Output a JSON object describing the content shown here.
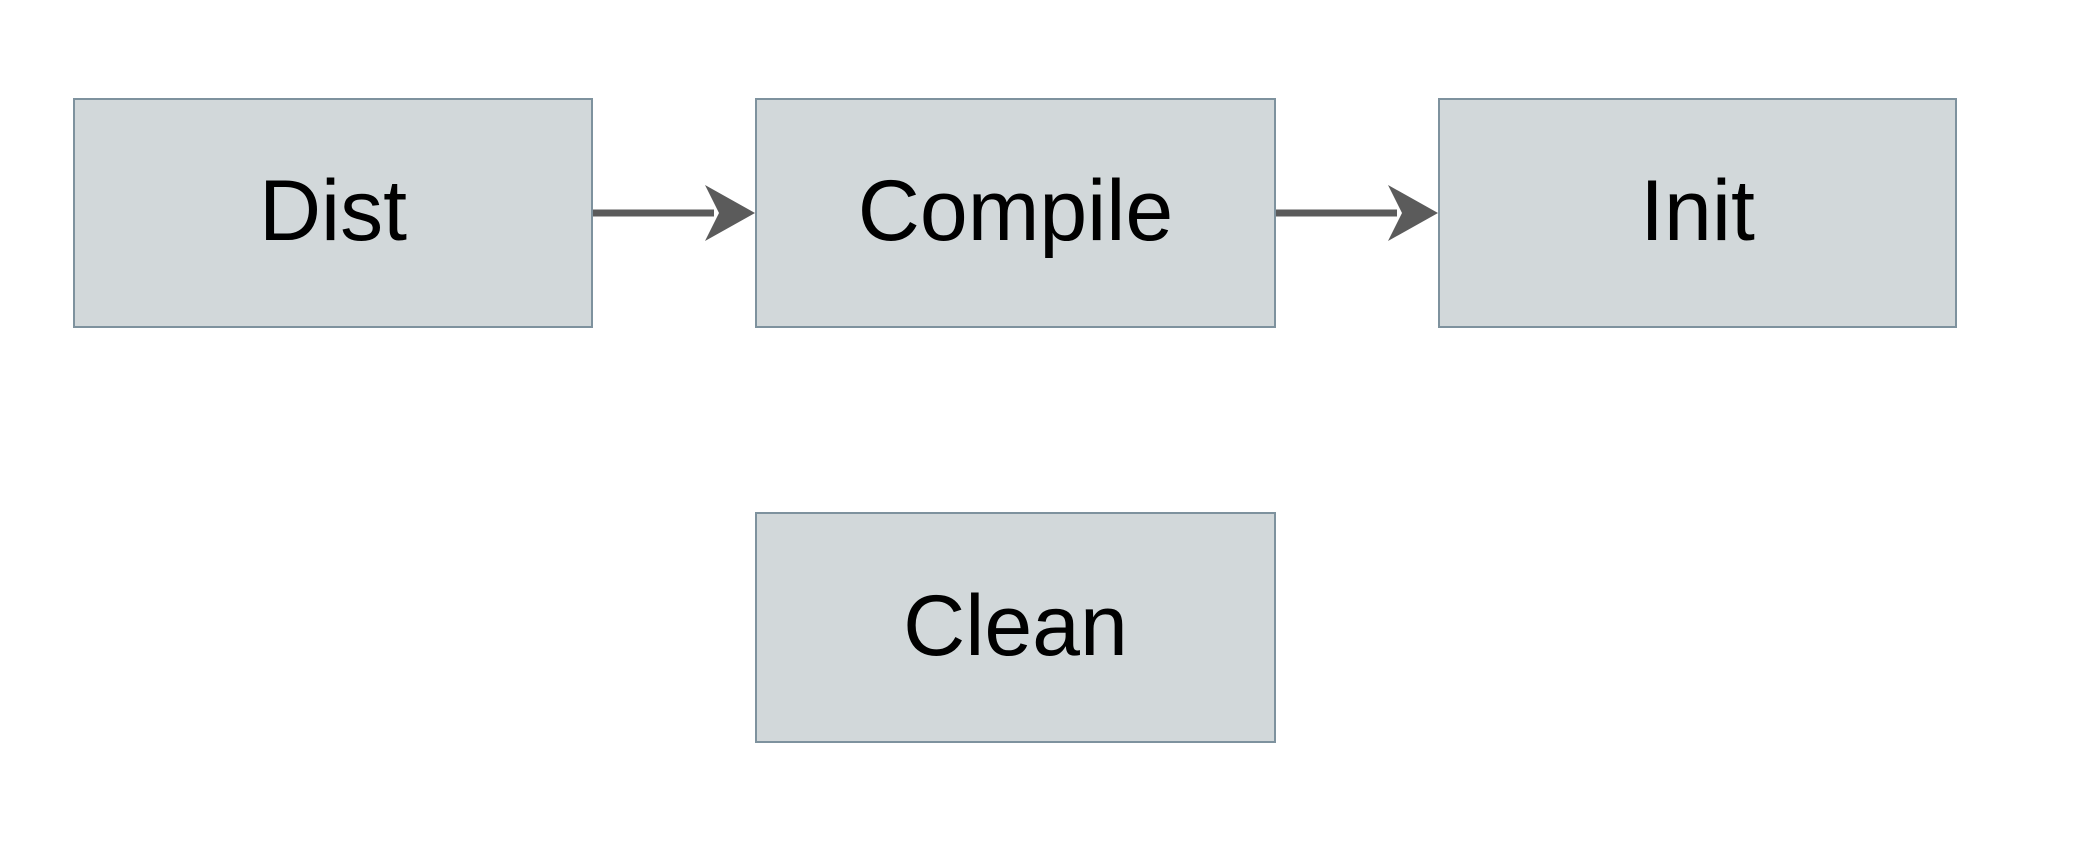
{
  "diagram": {
    "colors": {
      "background": "#ffffff",
      "node_fill": "#d2d8da",
      "node_border": "#7e929e",
      "arrow": "#5b5b5b",
      "text": "#000000"
    },
    "nodes": [
      {
        "id": "dist",
        "label": "Dist"
      },
      {
        "id": "compile",
        "label": "Compile"
      },
      {
        "id": "init",
        "label": "Init"
      },
      {
        "id": "clean",
        "label": "Clean"
      }
    ],
    "edges": [
      {
        "from": "Dist",
        "to": "Compile"
      },
      {
        "from": "Compile",
        "to": "Init"
      }
    ]
  }
}
